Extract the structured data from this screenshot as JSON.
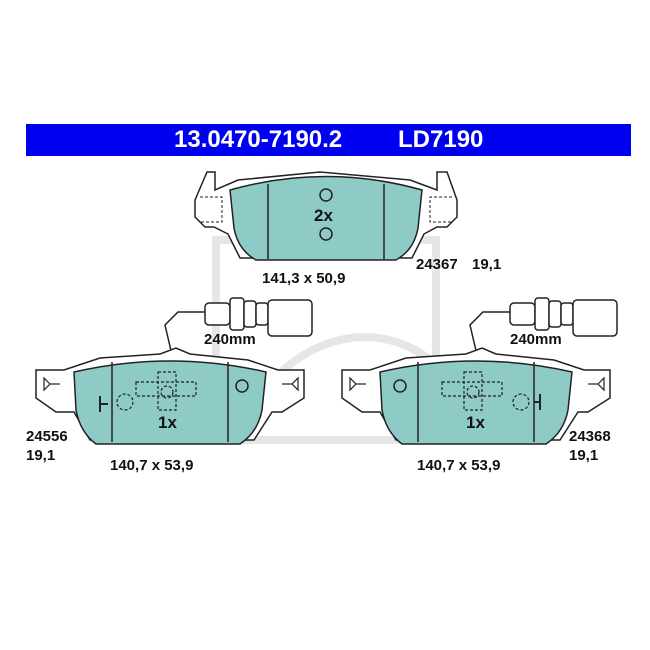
{
  "header": {
    "part_number": "13.0470-7190.2",
    "ld_code": "LD7190"
  },
  "pads": {
    "top": {
      "quantity": "2x",
      "dimensions": "141,3 x 50,9",
      "ref_number": "24367",
      "thickness": "19,1"
    },
    "left": {
      "quantity": "1x",
      "dimensions": "140,7 x 53,9",
      "ref_number": "24556",
      "thickness": "19,1",
      "cable_length": "240mm"
    },
    "right": {
      "quantity": "1x",
      "dimensions": "140,7 x 53,9",
      "ref_number": "24368",
      "thickness": "19,1",
      "cable_length": "240mm"
    }
  },
  "colors": {
    "header_bg": "#0000f0",
    "pad_fill": "#8ecbc6",
    "outline": "#222222",
    "watermark": "#e6e6e6"
  }
}
